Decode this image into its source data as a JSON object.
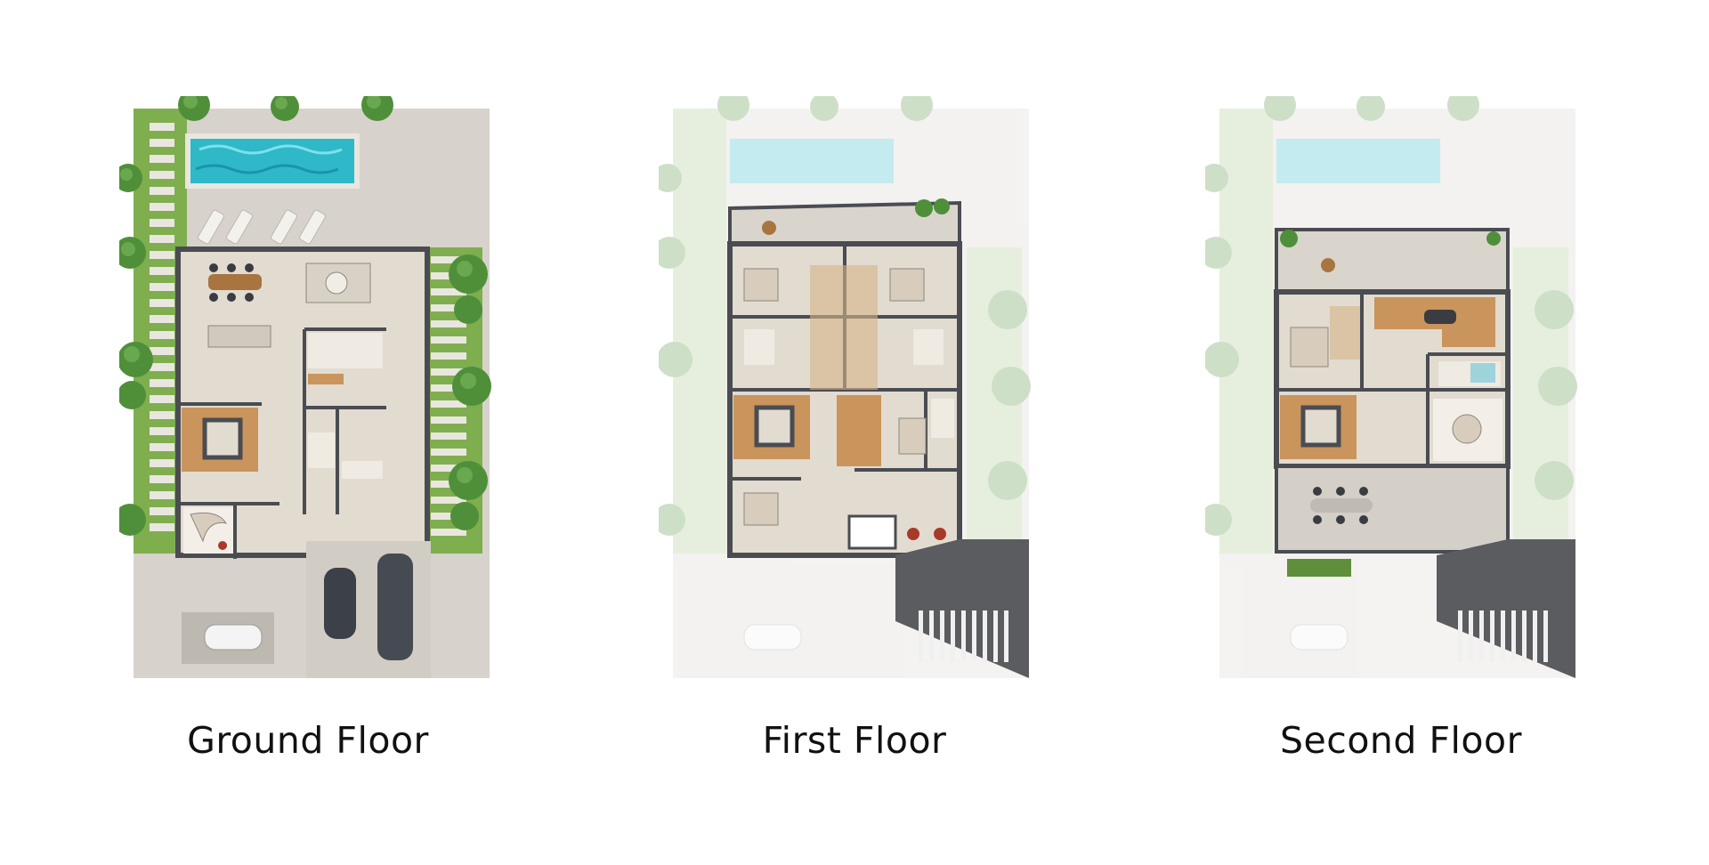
{
  "floors": [
    {
      "id": "ground",
      "label": "Ground Floor",
      "faded_context": false
    },
    {
      "id": "first",
      "label": "First Floor",
      "faded_context": true
    },
    {
      "id": "second",
      "label": "Second Floor",
      "faded_context": true
    }
  ],
  "colors": {
    "wall": "#4a4c52",
    "floor_marble": "#e2dbd0",
    "floor_wood": "#c9955c",
    "pool_water": "#2fb8c8",
    "grass": "#7fae4f",
    "greenery": "#4f8f3a",
    "paving": "#d7d3cc",
    "driveway": "#5b5c60",
    "background": "#ffffff",
    "label_text": "#111111"
  }
}
